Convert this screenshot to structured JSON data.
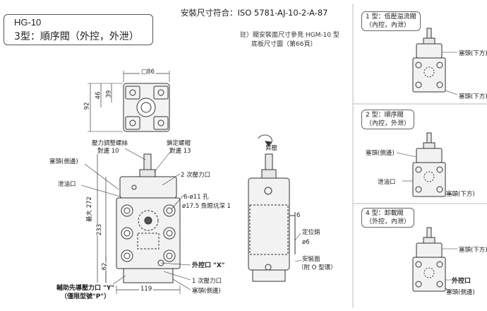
{
  "header": {
    "model": "HG-10",
    "type_title": "3型：順序閥（外控，外泄）",
    "standard": "安裝尺寸符合：ISO 5781-AJ-10-2-A-87",
    "note_line1": "註）閥安裝面尺寸參見 HGM-10 型",
    "note_line2": "底板尺寸圖（第66頁）"
  },
  "top_view": {
    "dim_width": "86",
    "dim_overall": "92",
    "dim_46": "46",
    "dim_39": "39"
  },
  "front_view": {
    "adjust_screw": "壓力調整螺絲",
    "adjust_screw_size": "對邊 10",
    "lock_nut": "鎖定螺帽",
    "lock_nut_size": "對邊 13",
    "plug_side": "塞頭(側邊)",
    "drain_port": "泄油口",
    "secondary_port": "2 次壓力口",
    "holes": "6-ø11 孔",
    "counterbore": "ø17.5 魚眼坑深 1",
    "external_port": "外控口 \"X\"",
    "primary_port": "1 次壓力口",
    "plug_bottom": "塞頭(側邊)",
    "pilot_port_line1": "輔助先導壓力口 \"Y\"",
    "pilot_port_line2": "（僅限型號\"P\"）",
    "dim_max": "最大 272",
    "dim_233": "233",
    "dim_62": "62",
    "dim_119": "119"
  },
  "side_view": {
    "rise": "昇壓",
    "locating_pin": "定位銷",
    "pin_dia": "ø6",
    "dim_6": "6",
    "mount_face": "安裝面",
    "oring": "（附 O 型環）"
  },
  "panels": [
    {
      "title_line1": "1 型：低壓溢流閥",
      "title_line2": "（內控，內泄）",
      "labels": [
        "塞頭(下方)",
        "塞頭(下方)"
      ]
    },
    {
      "title_line1": "2 型：順序閥",
      "title_line2": "（內控，外泄）",
      "labels": [
        "塞頭(側邊)",
        "泄油口",
        "塞頭(下方)"
      ]
    },
    {
      "title_line1": "4 型：卸載閥",
      "title_line2": "（外控，內泄）",
      "labels": [
        "塞頭(下方)",
        "外控口",
        "塞頭(側邊)"
      ]
    }
  ]
}
